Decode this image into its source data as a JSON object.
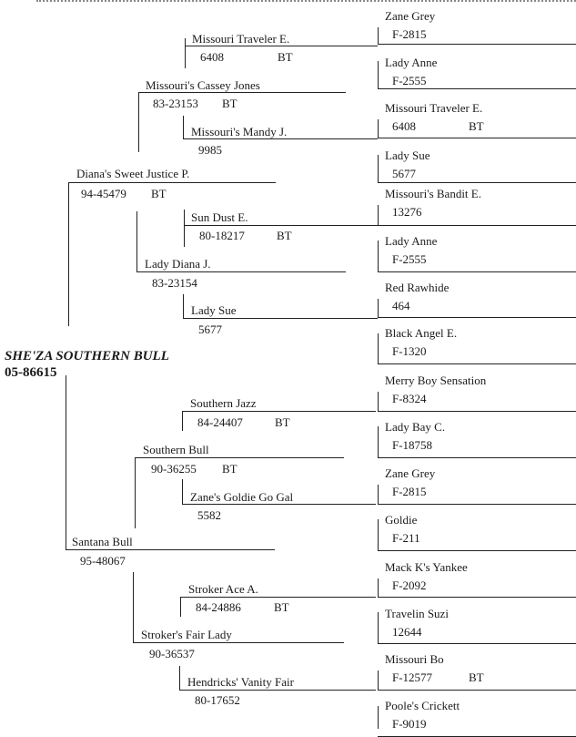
{
  "subject": {
    "name": "SHE'ZA SOUTHERN BULL",
    "reg": "05-86615"
  },
  "horses": [
    {
      "key": "g1",
      "name": "Diana's Sweet Justice P.",
      "reg": "94-45479",
      "bt": "BT"
    },
    {
      "key": "g2",
      "name": "Santana Bull",
      "reg": "95-48067",
      "bt": ""
    },
    {
      "key": "g3",
      "name": "Missouri's Cassey Jones",
      "reg": "83-23153",
      "bt": "BT"
    },
    {
      "key": "g4",
      "name": "Lady Diana J.",
      "reg": "83-23154",
      "bt": ""
    },
    {
      "key": "g5",
      "name": "Southern Bull",
      "reg": "90-36255",
      "bt": "BT"
    },
    {
      "key": "g6",
      "name": "Stroker's Fair Lady",
      "reg": "90-36537",
      "bt": ""
    },
    {
      "key": "g7",
      "name": "Missouri Traveler E.",
      "reg": "6408",
      "bt": "BT"
    },
    {
      "key": "g8",
      "name": "Missouri's Mandy J.",
      "reg": "9985",
      "bt": ""
    },
    {
      "key": "g9",
      "name": "Sun Dust E.",
      "reg": "80-18217",
      "bt": "BT"
    },
    {
      "key": "g10",
      "name": "Lady Sue",
      "reg": "5677",
      "bt": ""
    },
    {
      "key": "g11",
      "name": "Southern Jazz",
      "reg": "84-24407",
      "bt": "BT"
    },
    {
      "key": "g12",
      "name": "Zane's Goldie Go Gal",
      "reg": "5582",
      "bt": ""
    },
    {
      "key": "g13",
      "name": "Stroker Ace A.",
      "reg": "84-24886",
      "bt": "BT"
    },
    {
      "key": "g14",
      "name": "Hendricks' Vanity Fair",
      "reg": "80-17652",
      "bt": ""
    },
    {
      "key": "g15",
      "name": "Zane Grey",
      "reg": "F-2815",
      "bt": ""
    },
    {
      "key": "g16",
      "name": "Lady Anne",
      "reg": "F-2555",
      "bt": ""
    },
    {
      "key": "g17",
      "name": "Missouri Traveler E.",
      "reg": "6408",
      "bt": "BT"
    },
    {
      "key": "g18",
      "name": "Lady Sue",
      "reg": "5677",
      "bt": ""
    },
    {
      "key": "g19",
      "name": "Missouri's Bandit E.",
      "reg": "13276",
      "bt": ""
    },
    {
      "key": "g20",
      "name": "Lady Anne",
      "reg": "F-2555",
      "bt": ""
    },
    {
      "key": "g21",
      "name": "Red Rawhide",
      "reg": "464",
      "bt": ""
    },
    {
      "key": "g22",
      "name": "Black Angel E.",
      "reg": "F-1320",
      "bt": ""
    },
    {
      "key": "g23",
      "name": "Merry Boy Sensation",
      "reg": "F-8324",
      "bt": ""
    },
    {
      "key": "g24",
      "name": "Lady Bay C.",
      "reg": "F-18758",
      "bt": ""
    },
    {
      "key": "g25",
      "name": "Zane Grey",
      "reg": "F-2815",
      "bt": ""
    },
    {
      "key": "g26",
      "name": "Goldie",
      "reg": "F-211",
      "bt": ""
    },
    {
      "key": "g27",
      "name": "Mack K's Yankee",
      "reg": "F-2092",
      "bt": ""
    },
    {
      "key": "g28",
      "name": "Travelin Suzi",
      "reg": "12644",
      "bt": ""
    },
    {
      "key": "g29",
      "name": "Missouri Bo",
      "reg": "F-12577",
      "bt": "BT"
    },
    {
      "key": "g30",
      "name": "Poole's Crickett",
      "reg": "F-9019",
      "bt": ""
    }
  ]
}
